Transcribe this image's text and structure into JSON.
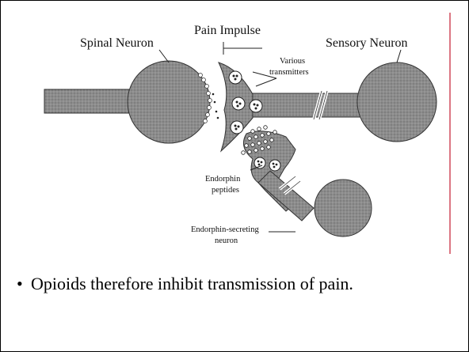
{
  "slide": {
    "labels": {
      "spinal_neuron": "Spinal Neuron",
      "pain_impulse": "Pain Impulse",
      "sensory_neuron": "Sensory Neuron",
      "various": "Various",
      "transmitters": "transmitters",
      "endorphin": "Endorphin",
      "peptides": "peptides",
      "endorphin_secreting": "Endorphin-secreting",
      "neuron": "neuron"
    },
    "bullet": "Opioids therefore inhibit transmission of pain.",
    "colors": {
      "neuron_fill": "#8c8c8c",
      "accent_line": "#d04a5a"
    }
  }
}
